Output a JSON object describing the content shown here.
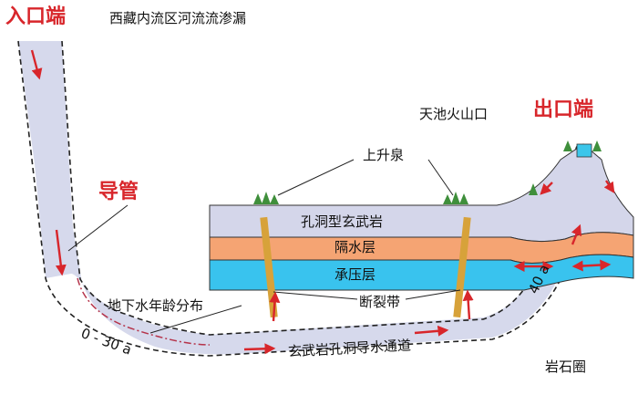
{
  "labels": {
    "inlet": "入口端",
    "source_region": "西藏内流区河流流渗漏",
    "conduit": "导管",
    "volcano_crater": "天池火山口",
    "outlet": "出口端",
    "rising_spring": "上升泉",
    "layer_basalt": "孔洞型玄武岩",
    "layer_aquiclude": "隔水层",
    "layer_confined": "承压层",
    "fault_zone": "断裂带",
    "groundwater_age": "地下水年龄分布",
    "age_range_1": "0 - 30 a",
    "age_range_2": "40 a",
    "basalt_channel": "玄武岩孔洞导水通道",
    "lithosphere": "岩石圈"
  },
  "colors": {
    "channel_fill": "#d6d9ec",
    "basalt_fill": "#d4d6ea",
    "aquiclude_fill": "#f5a473",
    "confined_fill": "#39c3ee",
    "fault_fill": "#d7a23a",
    "arrow_red": "#d8262b",
    "tree_green": "#3f8f3b",
    "crater_blue": "#3bc6ea"
  }
}
